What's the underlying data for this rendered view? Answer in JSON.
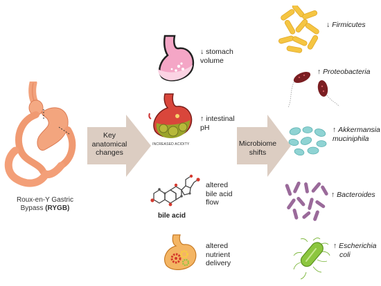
{
  "procedure": {
    "label_line1": "Roux-en-Y Gastric",
    "label_line2": "Bypass",
    "label_abbrev": "(RYGB)"
  },
  "arrow_anatomical": {
    "line1": "Key",
    "line2": "anatomical",
    "line3": "changes"
  },
  "arrow_microbiome": {
    "line1": "Microbiome",
    "line2": "shifts"
  },
  "anatomical_changes": [
    {
      "icon": "stomach-icon",
      "line1": "↓ stomach",
      "line2": "volume"
    },
    {
      "icon": "acid-stomach-icon",
      "line1": "↑ intestinal",
      "line2": "pH",
      "caption": "INCREASED ACIDITY"
    },
    {
      "icon": "molecule-icon",
      "line1": "altered",
      "line2": "bile acid",
      "line3": "flow",
      "caption": "bile acid"
    },
    {
      "icon": "digestion-gears-icon",
      "line1": "altered",
      "line2": "nutrient",
      "line3": "delivery"
    }
  ],
  "microbiome_shifts": [
    {
      "icon": "firmicutes-bacteria-icon",
      "arrow": "↓",
      "line1": "Firmicutes",
      "line2": ""
    },
    {
      "icon": "proteobacteria-bacteria-icon",
      "arrow": "↑",
      "line1": "Proteobacteria",
      "line2": ""
    },
    {
      "icon": "akkermansia-bacteria-icon",
      "arrow": "↑",
      "line1": "Akkermansia",
      "line2": "muciniphila"
    },
    {
      "icon": "bacteroides-bacteria-icon",
      "arrow": "↑",
      "line1": "Bacteroides",
      "line2": ""
    },
    {
      "icon": "escherichia-bacteria-icon",
      "arrow": "↑",
      "line1": "Escherichia",
      "line2": "coli"
    }
  ],
  "colors": {
    "arrow_fill": "#dccdc2",
    "rygb_orange": "#f2a27c",
    "firmicutes": "#f5c542",
    "proteobacteria": "#7a1e22",
    "akkermansia": "#8fd3d3",
    "bacteroides": "#9a6a9a",
    "escherichia": "#8cc63f"
  }
}
